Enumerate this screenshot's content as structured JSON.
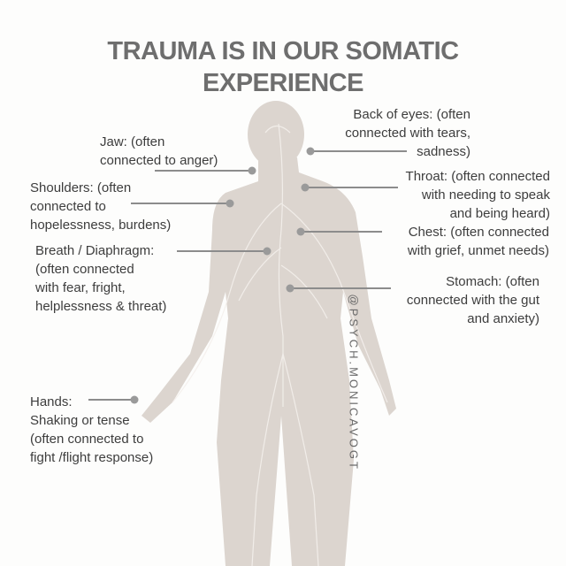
{
  "title": {
    "line1": "TRAUMA IS IN OUR SOMATIC",
    "line2": "EXPERIENCE"
  },
  "labels": {
    "jaw": {
      "name": "Jaw:",
      "text1": " (often",
      "text2": "connected to anger)"
    },
    "shoulders": {
      "name": "Shoulders:",
      "text1": " (often",
      "text2": "connected to",
      "text3": "hopelessness, burdens)"
    },
    "breath": {
      "name": "Breath / Diaphragm:",
      "text2": "(often connected",
      "text3": "with fear, fright,",
      "text4": "helplessness & threat)"
    },
    "hands": {
      "name": "Hands:",
      "text2": "Shaking or tense",
      "text3": "(often connected to",
      "text4": "fight /flight response)"
    },
    "back_of_eyes": {
      "name": "Back of eyes:",
      "text1": " (often",
      "text2": "connected with tears,",
      "text3": "sadness)"
    },
    "throat": {
      "name": "Throat:",
      "text1": " (often connected",
      "text2": "with needing to speak",
      "text3": "and being heard)"
    },
    "chest": {
      "name": "Chest:",
      "text1": " (often connected",
      "text2": "with grief, unmet needs)"
    },
    "stomach": {
      "name": "Stomach:",
      "text1": " (often",
      "text2": "connected with the gut",
      "text3": "and anxiety)"
    }
  },
  "watermark": "@PSYCH.MONICAVOGT",
  "colors": {
    "figure": "#d9d2cc",
    "pointer": "#8c8c8c",
    "title": "#6e6e6e"
  }
}
